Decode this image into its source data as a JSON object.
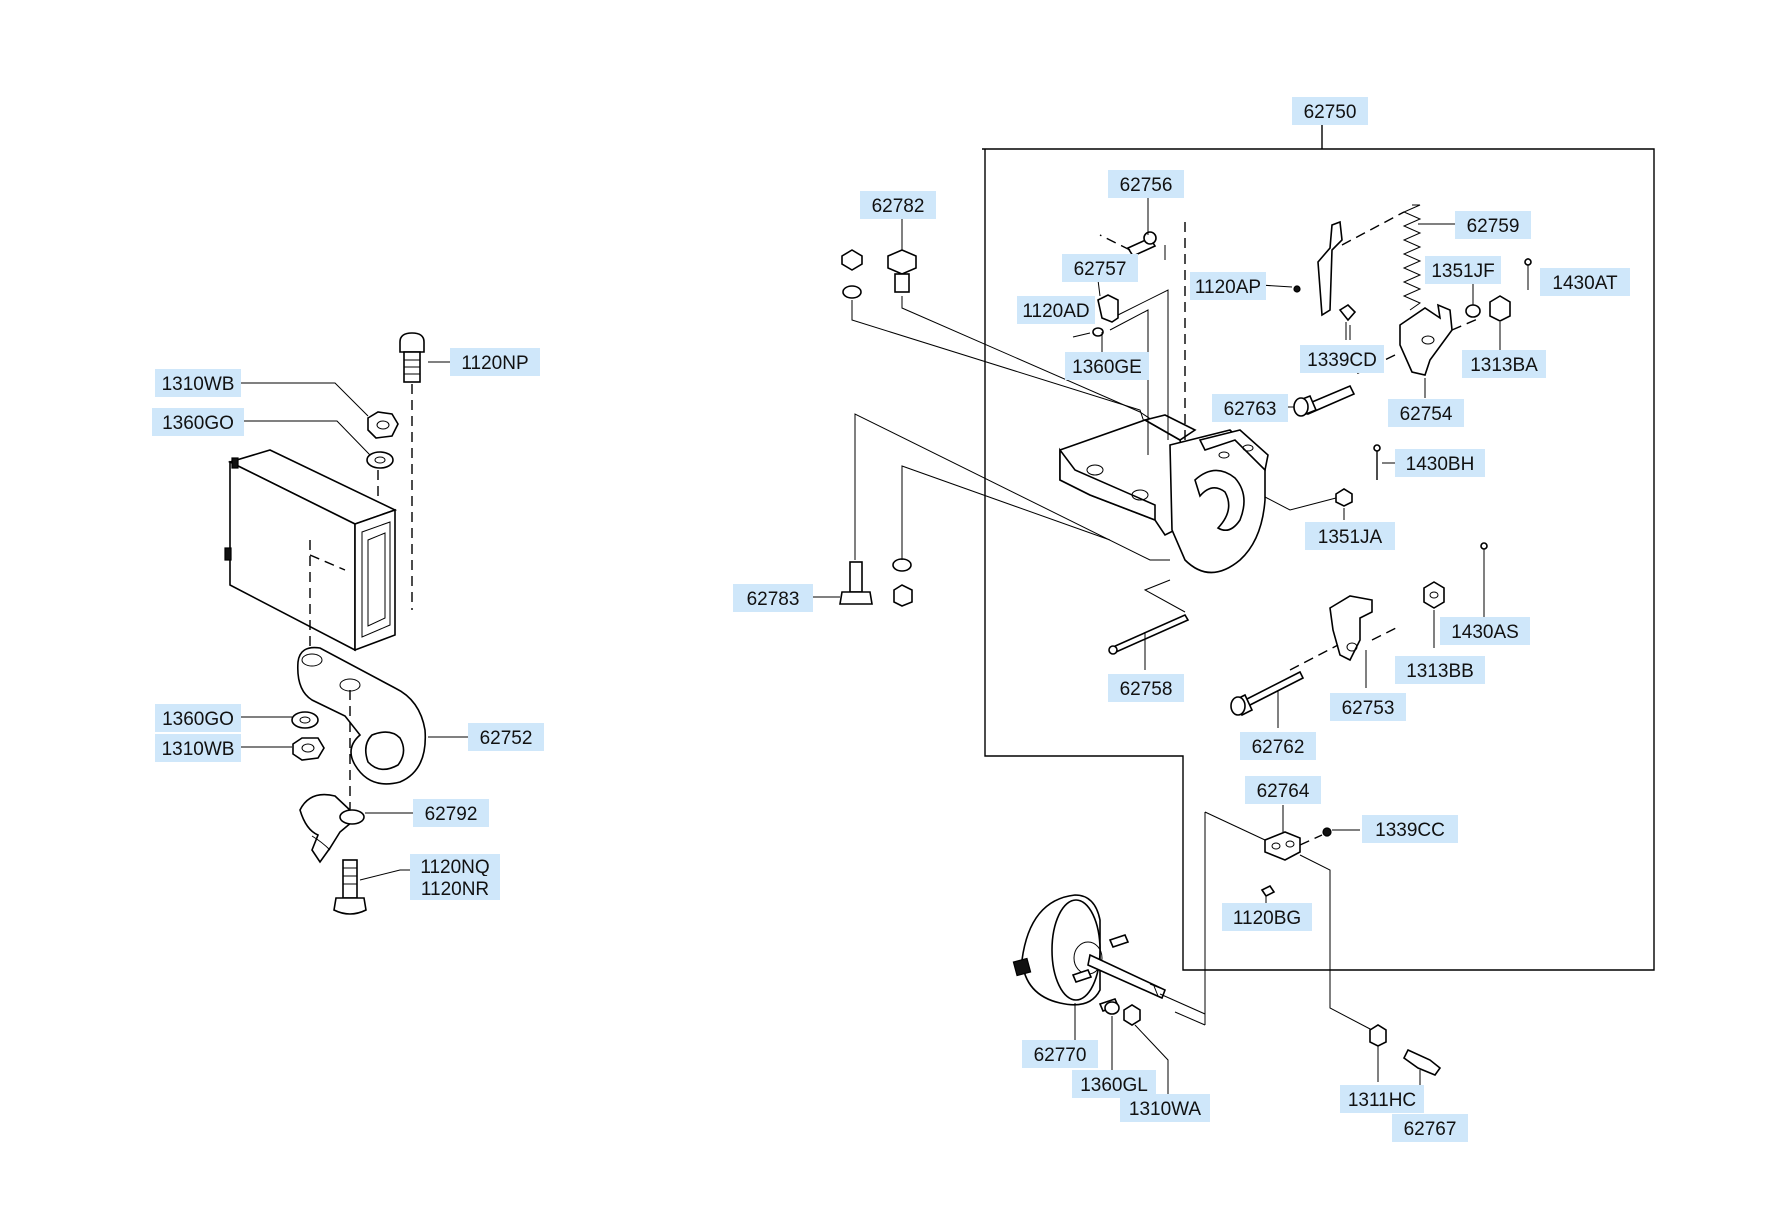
{
  "callouts": [
    {
      "id": "62750",
      "text": "62750"
    },
    {
      "id": "62782",
      "text": "62782"
    },
    {
      "id": "62756",
      "text": "62756"
    },
    {
      "id": "62759",
      "text": "62759"
    },
    {
      "id": "62757",
      "text": "62757"
    },
    {
      "id": "1120AP",
      "text": "1120AP"
    },
    {
      "id": "1351JF",
      "text": "1351JF"
    },
    {
      "id": "1430AT",
      "text": "1430AT"
    },
    {
      "id": "1120AD",
      "text": "1120AD"
    },
    {
      "id": "1360GE",
      "text": "1360GE"
    },
    {
      "id": "1339CD",
      "text": "1339CD"
    },
    {
      "id": "1313BA",
      "text": "1313BA"
    },
    {
      "id": "62763",
      "text": "62763"
    },
    {
      "id": "62754",
      "text": "62754"
    },
    {
      "id": "1430BH",
      "text": "1430BH"
    },
    {
      "id": "1351JA",
      "text": "1351JA"
    },
    {
      "id": "62783",
      "text": "62783"
    },
    {
      "id": "1430AS",
      "text": "1430AS"
    },
    {
      "id": "1313BB",
      "text": "1313BB"
    },
    {
      "id": "62758",
      "text": "62758"
    },
    {
      "id": "62753",
      "text": "62753"
    },
    {
      "id": "62762",
      "text": "62762"
    },
    {
      "id": "62764",
      "text": "62764"
    },
    {
      "id": "1339CC",
      "text": "1339CC"
    },
    {
      "id": "1120BG",
      "text": "1120BG"
    },
    {
      "id": "62770",
      "text": "62770"
    },
    {
      "id": "1360GL",
      "text": "1360GL"
    },
    {
      "id": "1310WA",
      "text": "1310WA"
    },
    {
      "id": "1311HC",
      "text": "1311HC"
    },
    {
      "id": "62767",
      "text": "62767"
    },
    {
      "id": "1120NP",
      "text": "1120NP"
    },
    {
      "id": "1310WB_top",
      "text": "1310WB"
    },
    {
      "id": "1360GO_top",
      "text": "1360GO"
    },
    {
      "id": "1360GO_bot",
      "text": "1360GO"
    },
    {
      "id": "1310WB_bot",
      "text": "1310WB"
    },
    {
      "id": "62752",
      "text": "62752"
    },
    {
      "id": "62792",
      "text": "62792"
    },
    {
      "id": "1120NQ",
      "text": "1120NQ"
    },
    {
      "id": "1120NR",
      "text": "1120NR"
    }
  ]
}
